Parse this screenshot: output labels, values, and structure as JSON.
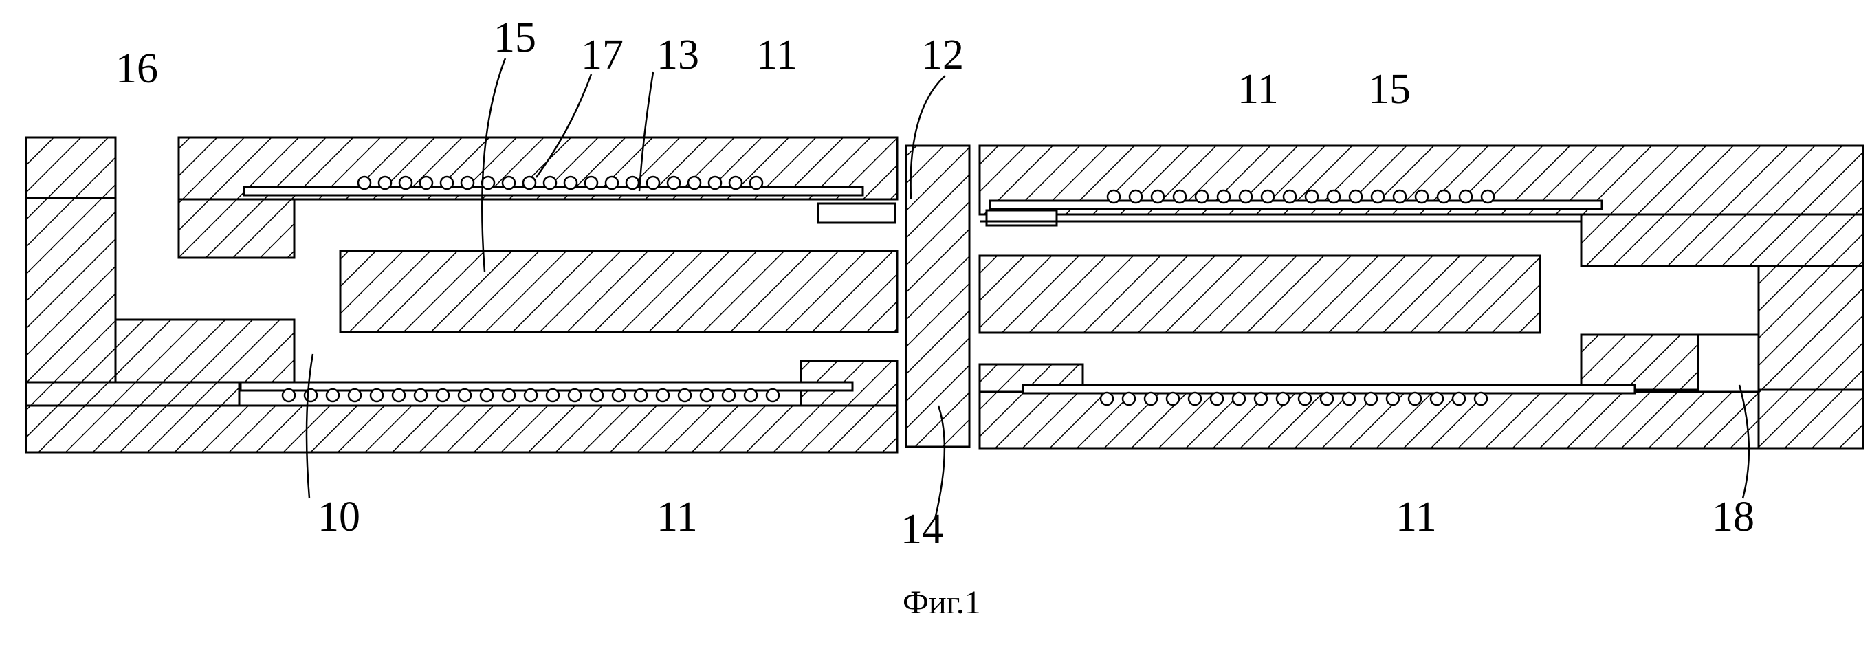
{
  "figure": {
    "caption": "Фиг.1",
    "callouts": {
      "l16": "16",
      "l15a": "15",
      "l17": "17",
      "l13": "13",
      "l11a": "11",
      "l12": "12",
      "l11b": "11",
      "l15b": "15",
      "l10": "10",
      "l11c": "11",
      "l14": "14",
      "l11d": "11",
      "l18": "18"
    }
  }
}
